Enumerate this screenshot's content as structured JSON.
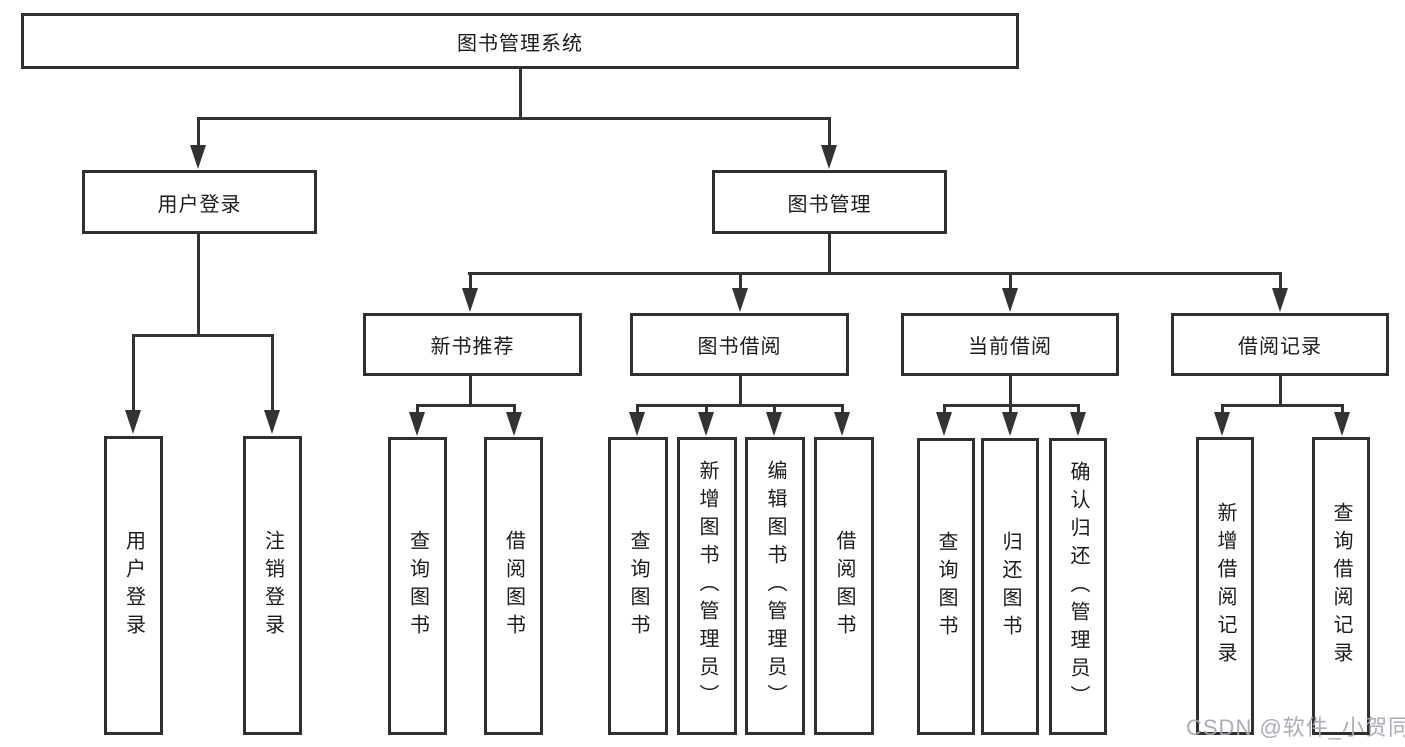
{
  "diagram": {
    "root": {
      "label": "图书管理系统"
    },
    "branches": {
      "user_login": {
        "label": "用户登录",
        "children": {
          "login": {
            "label": "用户登录"
          },
          "logout": {
            "label": "注销登录"
          }
        }
      },
      "book_mgmt": {
        "label": "图书管理",
        "children": {
          "new_books": {
            "label": "新书推荐",
            "children": {
              "query": {
                "label": "查询图书"
              },
              "borrow": {
                "label": "借阅图书"
              }
            }
          },
          "book_borrow": {
            "label": "图书借阅",
            "children": {
              "query": {
                "label": "查询图书"
              },
              "add": {
                "label": "新增图书（管理员）"
              },
              "edit": {
                "label": "编辑图书（管理员）"
              },
              "borrow": {
                "label": "借阅图书"
              }
            }
          },
          "current_borrow": {
            "label": "当前借阅",
            "children": {
              "query": {
                "label": "查询图书"
              },
              "return": {
                "label": "归还图书"
              },
              "confirm": {
                "label": "确认归还（管理员）"
              }
            }
          },
          "borrow_records": {
            "label": "借阅记录",
            "children": {
              "add": {
                "label": "新增借阅记录"
              },
              "query": {
                "label": "查询借阅记录"
              }
            }
          }
        }
      }
    }
  },
  "watermark": {
    "text": "CSDN @软件_小贺同学",
    "color": "#a8a8b2"
  },
  "colors": {
    "line": "#333333",
    "box_border": "#2f2f2f",
    "text": "#1c1c1c",
    "background": "#ffffff"
  }
}
